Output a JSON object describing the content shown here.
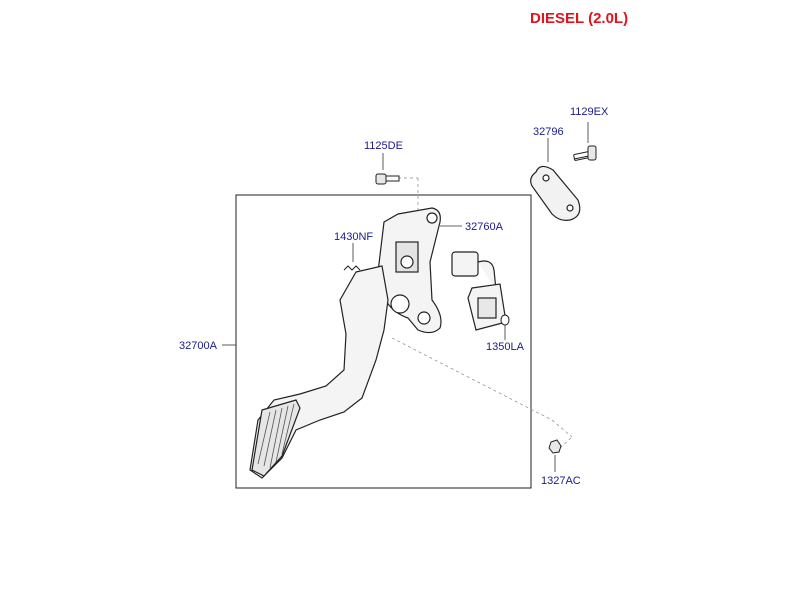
{
  "header": {
    "title": "DIESEL (2.0L)"
  },
  "colors": {
    "title": "#e0141e",
    "label": "#1a1a8c",
    "line": "#222222"
  },
  "parts": [
    {
      "id": "p1129ex",
      "code": "1129EX"
    },
    {
      "id": "p32796",
      "code": "32796"
    },
    {
      "id": "p1125de",
      "code": "1125DE"
    },
    {
      "id": "p32760a",
      "code": "32760A"
    },
    {
      "id": "p1430nf",
      "code": "1430NF"
    },
    {
      "id": "p32700a",
      "code": "32700A"
    },
    {
      "id": "p1350la",
      "code": "1350LA"
    },
    {
      "id": "p1327ac",
      "code": "1327AC"
    }
  ]
}
